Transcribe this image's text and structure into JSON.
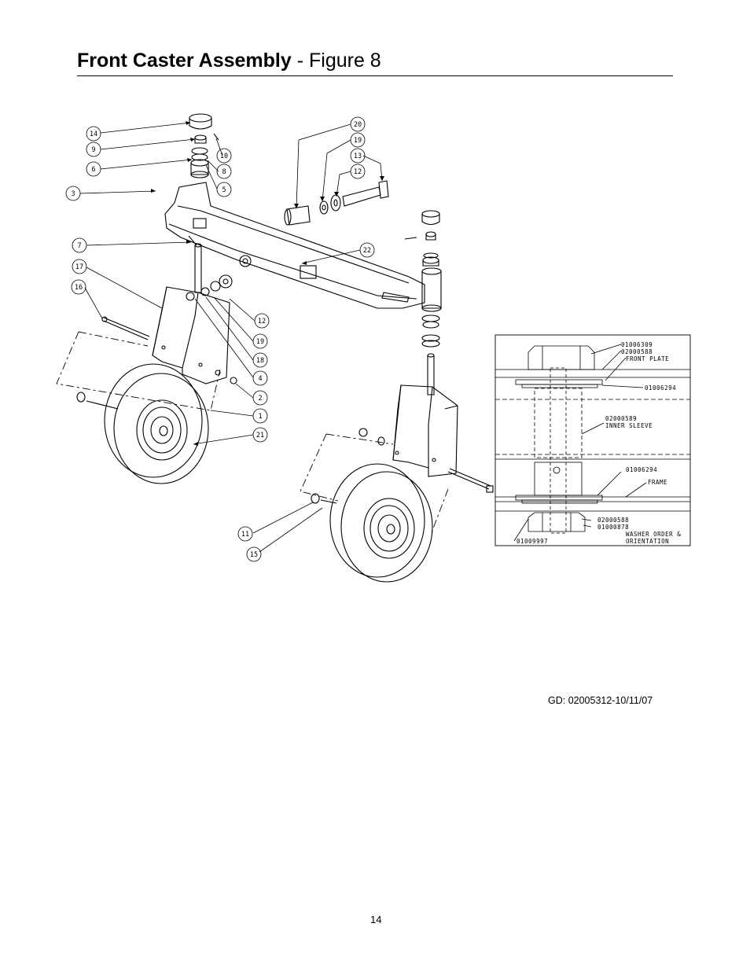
{
  "header": {
    "title_bold": "Front Caster Assembly",
    "title_rest": " - Figure 8"
  },
  "callouts": [
    "14",
    "9",
    "6",
    "3",
    "10",
    "8",
    "5",
    "7",
    "17",
    "16",
    "20",
    "19",
    "13",
    "12",
    "22",
    "12",
    "19",
    "18",
    "4",
    "2",
    "1",
    "21",
    "11",
    "15"
  ],
  "detail": {
    "labels": [
      "01006309",
      "02000588",
      "FRONT PLATE",
      "01006294",
      "02000589",
      "INNER SLEEVE",
      "01006294",
      "FRAME",
      "02000588",
      "01000878",
      "WASHER ORDER &",
      "ORIENTATION",
      "01009997"
    ]
  },
  "footer": {
    "doc_code": "GD: 02005312-10/11/07",
    "page_number": "14"
  }
}
